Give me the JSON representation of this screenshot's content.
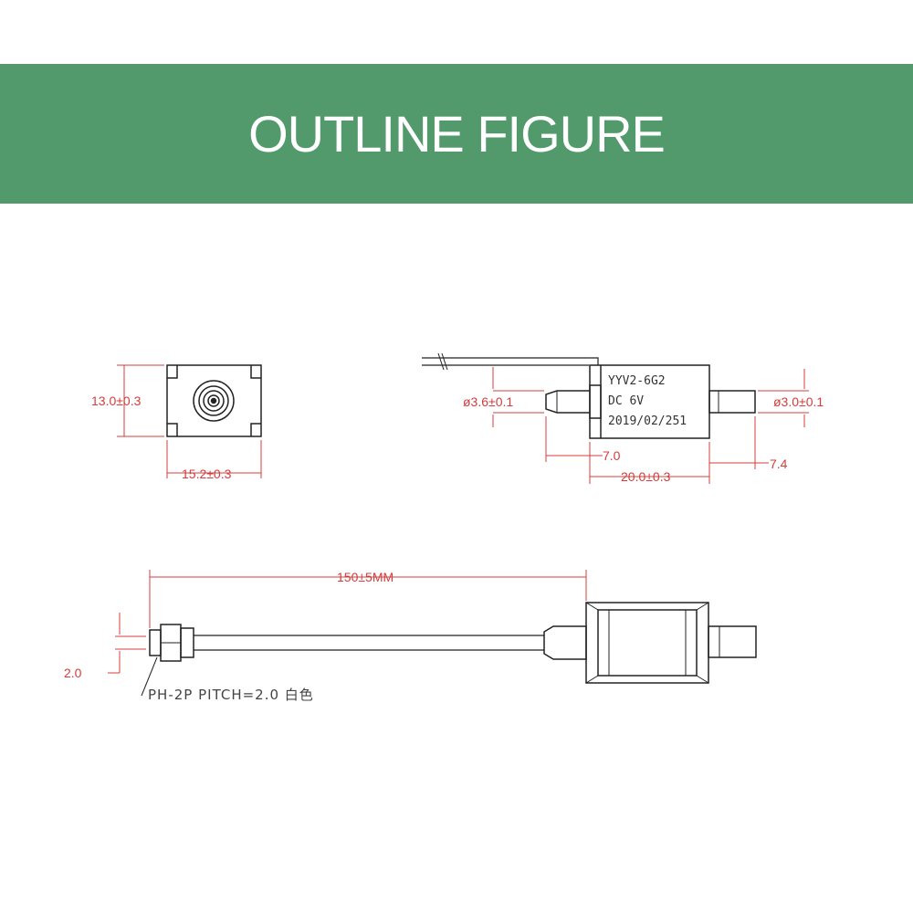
{
  "header": {
    "title": "OUTLINE FIGURE",
    "background": "#529a6b"
  },
  "front_view": {
    "height_dim": "13.0±0.3",
    "width_dim": "15.2±0.3"
  },
  "side_view": {
    "label_lines": [
      "YYV2-6G2",
      "DC 6V",
      "2019/02/251"
    ],
    "inlet_dim": "ø3.6±0.1",
    "outlet_dim": "ø3.0±0.1",
    "inlet_length": "7.0",
    "body_length": "20.0±0.3",
    "outlet_length": "7.4"
  },
  "wire_view": {
    "wire_length": "150±5MM",
    "pitch_dim": "2.0",
    "connector_note": "PH-2P  PITCH=2.0  白色"
  },
  "colors": {
    "dimension": "#d43c3c",
    "outline": "#222222"
  }
}
